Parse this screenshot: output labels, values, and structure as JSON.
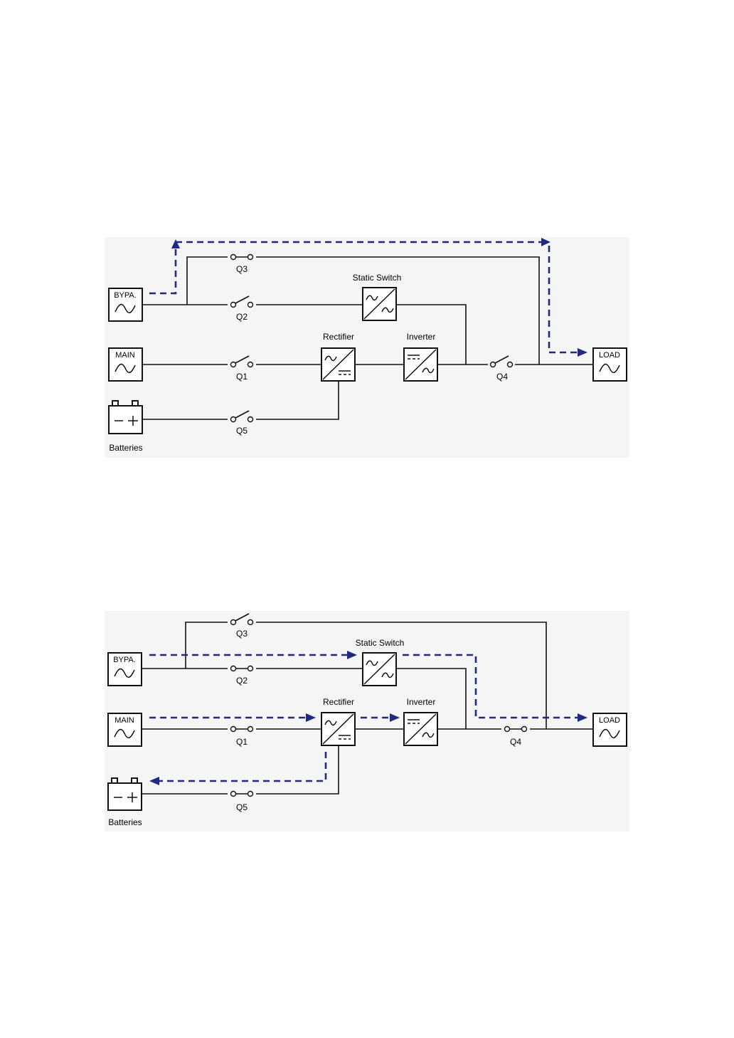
{
  "diagram_top": {
    "bypass_label": "BYPA.",
    "main_label": "MAIN",
    "load_label": "LOAD",
    "batteries_label": "Batteries",
    "static_switch_label": "Static Switch",
    "rectifier_label": "Rectifier",
    "inverter_label": "Inverter",
    "q1": "Q1",
    "q2": "Q2",
    "q3": "Q3",
    "q4": "Q4",
    "q5": "Q5"
  },
  "diagram_bottom": {
    "bypass_label": "BYPA.",
    "main_label": "MAIN",
    "load_label": "LOAD",
    "batteries_label": "Batteries",
    "static_switch_label": "Static Switch",
    "rectifier_label": "Rectifier",
    "inverter_label": "Inverter",
    "q1": "Q1",
    "q2": "Q2",
    "q3": "Q3",
    "q4": "Q4",
    "q5": "Q5"
  },
  "colors": {
    "flow_path": "#1f2a80",
    "wire": "#111111",
    "background": "#f5f5f5"
  },
  "icons": [
    "ac-source-icon",
    "battery-icon",
    "ac-ac-converter-icon",
    "ac-dc-converter-icon",
    "dc-ac-converter-icon",
    "switch-open-icon",
    "switch-closed-icon"
  ]
}
